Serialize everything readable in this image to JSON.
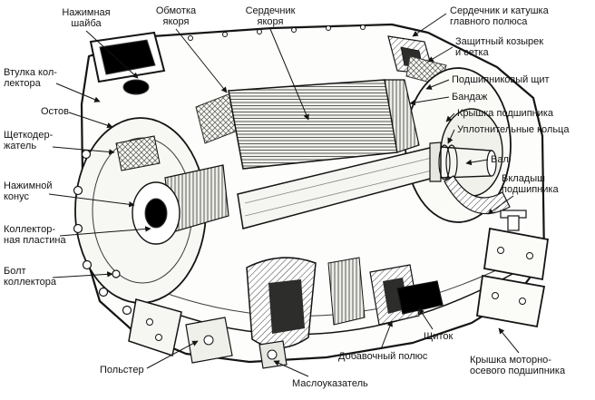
{
  "figure": {
    "colors": {
      "ink": "#141414",
      "paper": "#ffffff"
    }
  },
  "labels": {
    "nazhimnaya_shayba": {
      "text": "Нажимная\nшайба"
    },
    "obmotka_yakorya": {
      "text": "Обмотка\nякоря"
    },
    "serdechnik_yakorya": {
      "text": "Сердечник\nякоря"
    },
    "serdechnik_glavnogo": {
      "text": "Сердечник и катушка\nглавного полюса"
    },
    "zashchitnyy_kozyrek": {
      "text": "Защитный козырек\nи сетка"
    },
    "podshipnikovyy_shchit": {
      "text": "Подшипниковый щит"
    },
    "bandazh": {
      "text": "Бандаж"
    },
    "kryshka_podshipnika": {
      "text": "Крышка подшипника"
    },
    "uplotnitelnye_koltsa": {
      "text": "Уплотнительные кольца"
    },
    "val": {
      "text": "Вал"
    },
    "vkladysh_podshipnika": {
      "text": "Вкладыш\nподшипника"
    },
    "vtulka_kollektora": {
      "text": "Втулка кол-\nлектора"
    },
    "ostov": {
      "text": "Остов"
    },
    "shchetkoderzhatel": {
      "text": "Щеткодер-\nжатель"
    },
    "nazhimnoy_konus": {
      "text": "Нажимной\nконус"
    },
    "kollektornaya_plastina": {
      "text": "Коллектор-\nная пластина"
    },
    "bolt_kollektora": {
      "text": "Болт\nколлектора"
    },
    "polster": {
      "text": "Польстер"
    },
    "masloukazatel": {
      "text": "Маслоуказатель"
    },
    "dobavochnyy_polyus": {
      "text": "Добавочный полюс"
    },
    "shchitok": {
      "text": "Щиток"
    },
    "kryshka_motorno_osevogo": {
      "text": "Крышка моторно-\nосевого подшипника"
    }
  }
}
